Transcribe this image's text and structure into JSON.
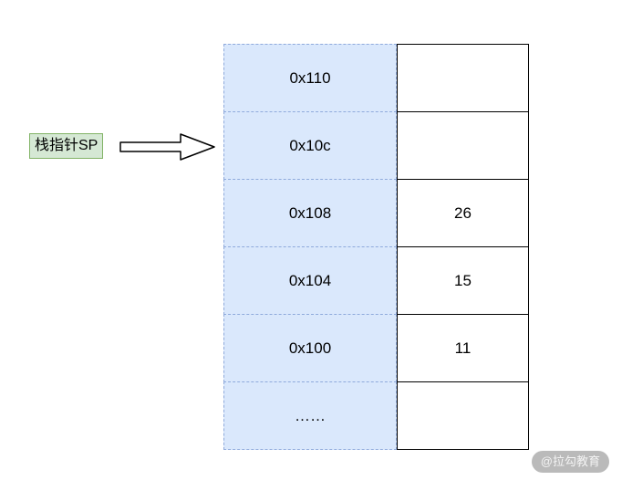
{
  "pointer": {
    "label": "栈指针SP"
  },
  "memory_table": {
    "rows": [
      {
        "address": "0x110",
        "value": ""
      },
      {
        "address": "0x10c",
        "value": ""
      },
      {
        "address": "0x108",
        "value": "26"
      },
      {
        "address": "0x104",
        "value": "15"
      },
      {
        "address": "0x100",
        "value": "11"
      },
      {
        "address": "……",
        "value": ""
      }
    ]
  },
  "watermark": "@拉勾教育",
  "colors": {
    "address_fill": "#dae8fc",
    "address_border": "#8faadc",
    "pointer_fill": "#d5e8d4",
    "pointer_border": "#82b366"
  }
}
